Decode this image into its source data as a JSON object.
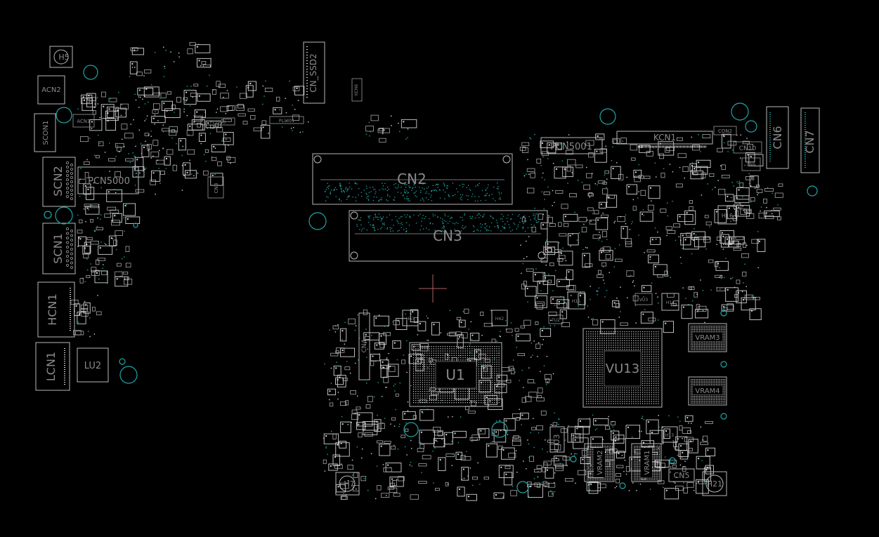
{
  "colors": {
    "background": "#000000",
    "outline": "#b8b8b8",
    "pad_teal": "#1fa6a6",
    "pad_white": "#d8d8d8",
    "label": "#8a8a8a",
    "crosshair": "#b06060"
  },
  "big_labels": {
    "cn2": "CN2",
    "cn3": "CN3",
    "u1": "U1",
    "vu13": "VU13",
    "kcn1": "KCN1",
    "pcn5001": "PCN5001",
    "pcn5000": "PCN5000",
    "cn6": "CN6",
    "cn7": "CN7",
    "cn_ssd2": "CN_SSD2",
    "scn2": "SCN2",
    "scn1": "SCN1",
    "hcn1": "HCN1",
    "lcn1": "LCN1",
    "lu2": "LU2",
    "acn2": "ACN2",
    "scon1": "SCON1",
    "acn1": "ACN1",
    "h5": "H5",
    "h7": "H7",
    "h21": "H21",
    "cn4": "CN4",
    "u3": "U3",
    "vram1": "VRAM1",
    "vram2": "VRAM2",
    "vram3": "VRAM3",
    "vram4": "VRAM4",
    "cn5": "CN5",
    "h16": "H16",
    "h15": "H15",
    "h14": "H14",
    "h12": "H12",
    "h13": "H13",
    "h43": "H43",
    "h42": "H42",
    "vu3": "VU3",
    "tu2": "TU2",
    "cn10": "CN10",
    "con2": "CON2",
    "cn9": "CN9",
    "cn8": "CN8",
    "kcn6": "KCN6",
    "pl1000": "PL1000",
    "pl1001": "PL1001"
  }
}
